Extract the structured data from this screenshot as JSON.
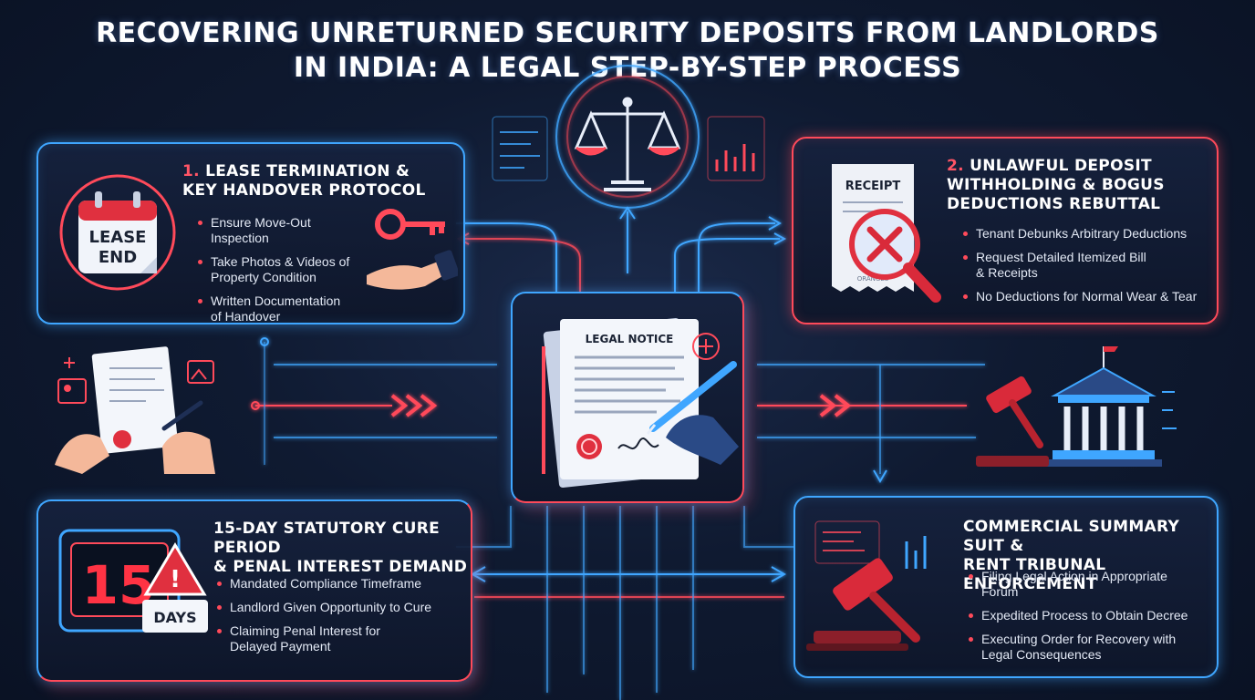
{
  "title": {
    "line1": "Recovering Unreturned Security Deposits From Landlords",
    "line2": "in India: A Legal Step-By-Step Process"
  },
  "steps": [
    {
      "number": "1.",
      "title_line1": "Lease Termination &",
      "title_line2": "Key Handover Protocol",
      "bullets": [
        {
          "line1": "Ensure Move-Out Inspection",
          "line2": ""
        },
        {
          "line1": "Take Photos & Videos of",
          "line2": "Property Condition"
        },
        {
          "line1": "Written Documentation",
          "line2": "of Handover"
        }
      ]
    },
    {
      "number": "2.",
      "title_line1": "Unlawful Deposit",
      "title_line2": "Withholding & Bogus",
      "title_line3": "Deductions Rebuttal",
      "bullets": [
        {
          "line1": "Tenant Debunks Arbitrary Deductions",
          "line2": ""
        },
        {
          "line1": "Request Detailed Itemized Bill",
          "line2": "& Receipts"
        },
        {
          "line1": "No Deductions for Normal Wear & Tear",
          "line2": ""
        }
      ]
    },
    {
      "number": "",
      "title_line1": "15-Day Statutory Cure Period",
      "title_line2": "& Penal Interest Demand",
      "bullets": [
        {
          "line1": "Mandated Compliance Timeframe",
          "line2": ""
        },
        {
          "line1": "Landlord Given Opportunity to Cure",
          "line2": ""
        },
        {
          "line1": "Claiming Penal Interest for",
          "line2": "Delayed Payment"
        }
      ]
    },
    {
      "number": "",
      "title_line1": "Commercial Summary Suit &",
      "title_line2": "Rent Tribunal Enforcement",
      "bullets": [
        {
          "line1": "Filing Legal Action in Appropriate",
          "line2": "Forum"
        },
        {
          "line1": "Expedited Process to Obtain Decree",
          "line2": ""
        },
        {
          "line1": "Executing Order for Recovery with",
          "line2": "Legal Consequences"
        }
      ]
    }
  ],
  "illustrations": {
    "calendar_text_line1": "LEASE",
    "calendar_text_line2": "END",
    "receipt_label": "RECEIPT",
    "receipt_footer": "ORANGES",
    "legal_notice_label": "LEGAL NOTICE",
    "countdown_number": "15",
    "countdown_unit": "DAYS"
  },
  "colors": {
    "accent_blue": "#3fa6ff",
    "accent_red": "#ff4a5a",
    "background": "#0f1a31"
  }
}
